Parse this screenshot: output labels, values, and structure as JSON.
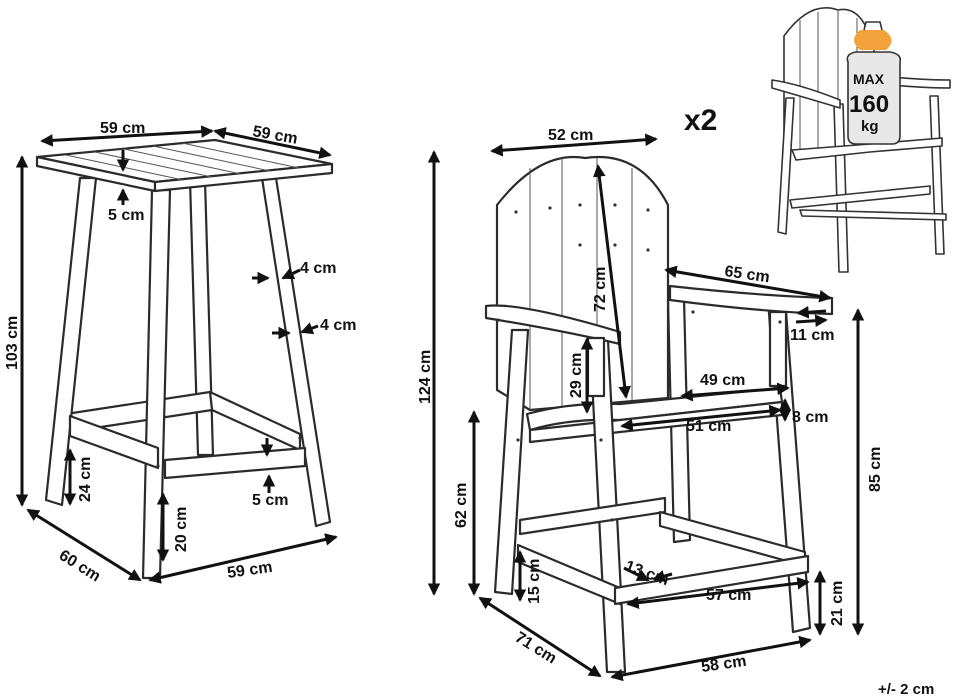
{
  "table": {
    "width_top": "59 cm",
    "depth_top": "59 cm",
    "top_thickness": "5 cm",
    "height": "103 cm",
    "leg_width_a": "4 cm",
    "leg_width_b": "4 cm",
    "rail_height": "24 cm",
    "rail_thickness": "5 cm",
    "foot_gap": "20 cm",
    "base_depth": "60 cm",
    "base_width": "59 cm"
  },
  "chair": {
    "quantity": "x2",
    "back_width": "52 cm",
    "height": "124 cm",
    "back_height": "72 cm",
    "arm_length": "65 cm",
    "arm_width": "11 cm",
    "arm_to_seat": "29 cm",
    "seat_depth": "49 cm",
    "seat_width": "51 cm",
    "seat_thickness": "8 cm",
    "arm_height": "85 cm",
    "seat_height": "62 cm",
    "footrest_height": "15 cm",
    "footrest_depth": "13 cm",
    "footrest_width": "57 cm",
    "foot_gap": "21 cm",
    "base_depth": "71 cm",
    "base_width": "58 cm"
  },
  "max_load": {
    "line1": "MAX",
    "line2": "160",
    "line3": "kg"
  },
  "tolerance": "+/- 2 cm"
}
